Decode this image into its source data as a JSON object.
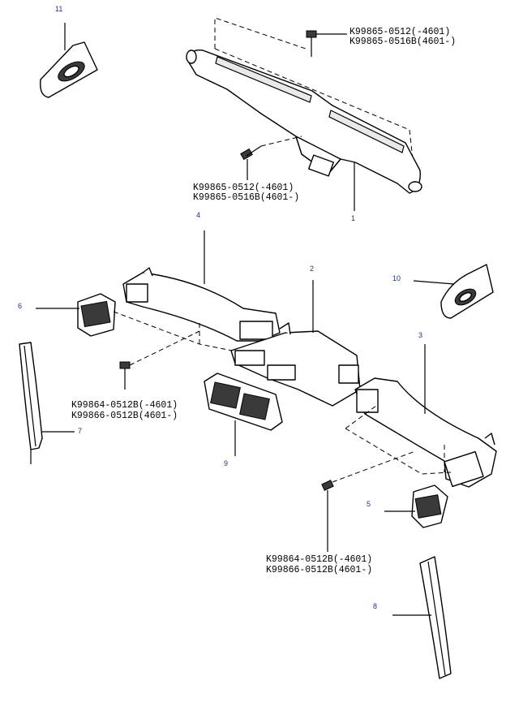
{
  "callouts": {
    "c1": "1",
    "c2": "2",
    "c3": "3",
    "c4": "4",
    "c5": "5",
    "c6": "6",
    "c7": "7",
    "c8": "8",
    "c9": "9",
    "c10": "10",
    "c11": "11"
  },
  "screws": {
    "top_right": [
      "K99865-0512(-4601)",
      "K99865-0516B(4601-)"
    ],
    "upper_mid": [
      "K99865-0512(-4601)",
      "K99865-0516B(4601-)"
    ],
    "left_mid": [
      "K99864-0512B(-4601)",
      "K99866-0512B(4601-)"
    ],
    "bottom": [
      "K99864-0512B(-4601)",
      "K99866-0512B(4601-)"
    ]
  },
  "colors": {
    "callout": "#1a2fa0",
    "line": "#000000"
  }
}
